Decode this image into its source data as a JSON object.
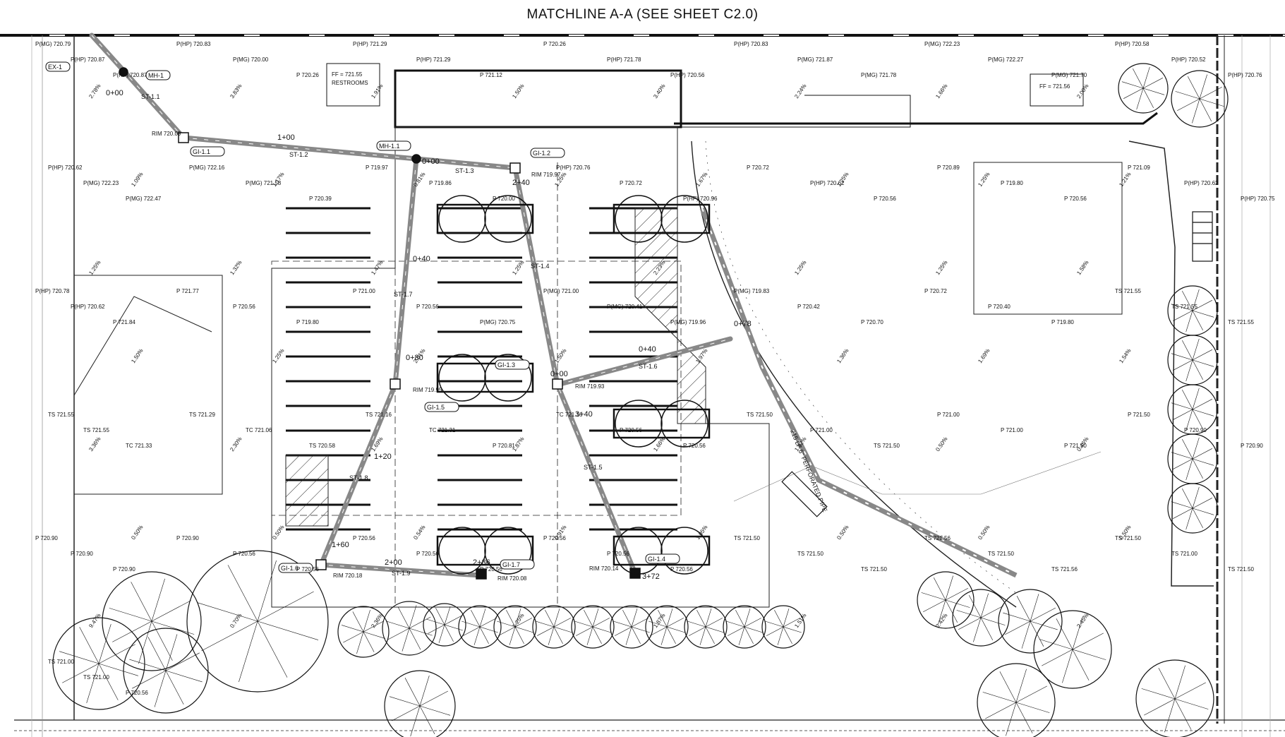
{
  "sheet": {
    "title": "MATCHLINE A-A (SEE SHEET C2.0)",
    "restrooms": {
      "ff": "FF = 721.55",
      "label": "RESTROOMS"
    },
    "ff_right": "FF = 721.56"
  },
  "structures": [
    "EX-1",
    "MH-1",
    "MH-1.1",
    "GI-1.1",
    "GI-1.2",
    "GI-1.3",
    "GI-1.4",
    "GI-1.5",
    "GI-1.6",
    "GI-1.7"
  ],
  "pipes": [
    "ST-1.1",
    "ST-1.2",
    "ST-1.3",
    "ST-1.4",
    "ST-1.5",
    "ST-1.6",
    "ST-1.7",
    "ST-1.8",
    "ST-1.9"
  ],
  "stations": [
    "0+00",
    "1+00",
    "0+00",
    "0+40",
    "0+80",
    "1+20",
    "1+60",
    "2+00",
    "2+36",
    "0+00",
    "0+40",
    "0+78",
    "3+40",
    "3+72",
    "2+40"
  ],
  "rims": [
    "RIM 720.09",
    "RIM 719.97",
    "RIM 719.95",
    "RIM 719.93",
    "RIM 720.18",
    "RIM 720.08",
    "RIM 720.14"
  ],
  "perf_pipe": "215 LF 6\" PERFORATED PIPE",
  "spots": [
    "P(MG) 720.79",
    "P(HP) 720.87",
    "P(HP) 720.87",
    "P(HP) 720.83",
    "P(MG) 720.00",
    "P 720.26",
    "P(HP) 721.29",
    "P(HP) 721.29",
    "P 721.12",
    "P 720.26",
    "P(HP) 721.78",
    "P(HP) 720.56",
    "P(HP) 720.83",
    "P(MG) 721.87",
    "P(MG) 721.78",
    "P(MG) 722.23",
    "P(MG) 722.27",
    "P(MG) 721.70",
    "P(HP) 720.58",
    "P(HP) 720.52",
    "P(HP) 720.76",
    "P(HP) 720.62",
    "P(MG) 722.23",
    "P(MG) 722.47",
    "P(MG) 722.16",
    "P(MG) 721.58",
    "P 720.39",
    "P 719.97",
    "P 719.86",
    "P 720.00",
    "P(HP) 720.76",
    "P 720.72",
    "P(HP) 720.96",
    "P 720.72",
    "P(HP) 720.62",
    "P 720.56",
    "P 720.89",
    "P 719.80",
    "P 720.56",
    "P 721.09",
    "P(HP) 720.62",
    "P(HP) 720.75",
    "P(HP) 720.78",
    "P(HP) 720.62",
    "P 721.84",
    "P 721.77",
    "P 720.56",
    "P 719.80",
    "P 721.00",
    "P 720.56",
    "P(MG) 720.75",
    "P(MG) 721.00",
    "P(MG) 720.41",
    "P(MG) 719.96",
    "P(MG) 719.83",
    "P 720.42",
    "P 720.70",
    "P 720.72",
    "P 720.40",
    "P 719.80",
    "TS 721.55",
    "TS 721.55",
    "TS 721.55",
    "TS 721.55",
    "TS 721.55",
    "TC 721.33",
    "TS 721.29",
    "TC 721.06",
    "TS 720.58",
    "TS 721.16",
    "TC 721.31",
    "P 720.81",
    "TC 721.16",
    "P 720.56",
    "P 720.56",
    "TS 721.50",
    "P 721.00",
    "TS 721.50",
    "P 721.00",
    "P 721.00",
    "P 721.50",
    "P 721.50",
    "P 720.90",
    "P 720.90",
    "P 720.90",
    "P 720.90",
    "P 720.90",
    "P 720.90",
    "P 720.56",
    "P 720.56",
    "P 720.56",
    "P 720.56",
    "P 720.56",
    "P 720.56",
    "P 720.56",
    "P 720.56",
    "TS 721.50",
    "TS 721.50",
    "TS 721.50",
    "TS 721.56",
    "TS 721.50",
    "TS 721.56",
    "TS 721.50",
    "TS 721.00",
    "TS 721.50",
    "TS 721.00",
    "TS 721.00",
    "P 720.56"
  ],
  "slopes": [
    "2.78%",
    "3.83%",
    "1.91%",
    "1.50%",
    "3.40%",
    "2.24%",
    "1.66%",
    "2.00%",
    "1.09%",
    "1.17%",
    "0.81%",
    "1.25%",
    "1.67%",
    "1.25%",
    "1.25%",
    "1.21%",
    "1.25%",
    "1.32%",
    "1.47%",
    "1.25%",
    "2.23%",
    "1.25%",
    "1.25%",
    "1.58%",
    "1.50%",
    "1.25%",
    "2.01%",
    "1.50%",
    "1.97%",
    "1.36%",
    "1.69%",
    "1.54%",
    "3.36%",
    "2.30%",
    "1.69%",
    "1.87%",
    "1.66%",
    "1.22%",
    "0.50%",
    "0.46%",
    "0.50%",
    "0.50%",
    "0.54%",
    "0.91%",
    "1.05%",
    "0.50%",
    "0.50%",
    "0.50%",
    "9.47%",
    "0.70%",
    "2.36%",
    "1.25%",
    "1.87%",
    "1.51%",
    "2.42%",
    "2.45%"
  ]
}
